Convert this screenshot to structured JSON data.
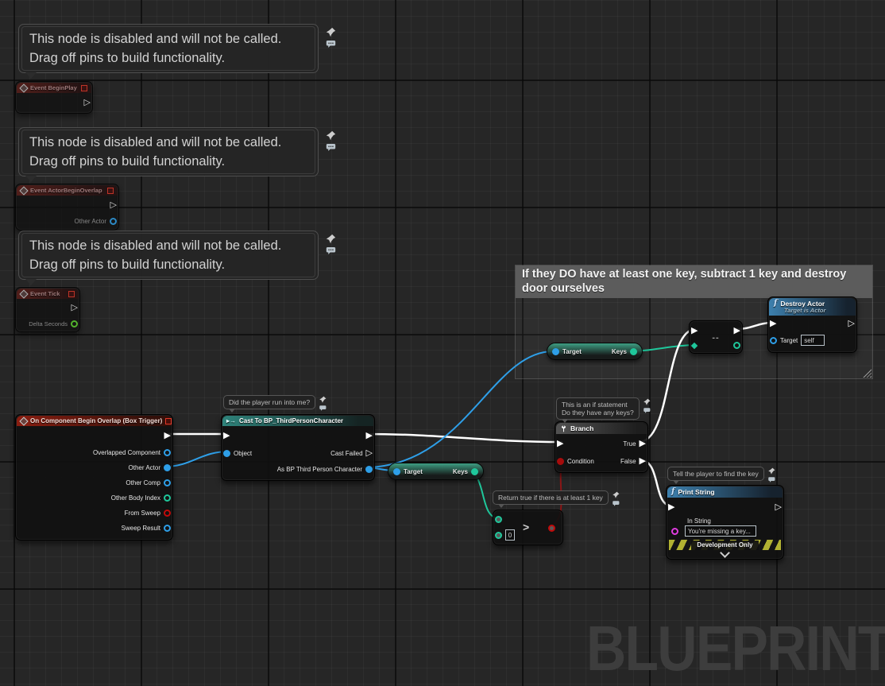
{
  "tooltip": {
    "line1": "This node is disabled and will not be called.",
    "line2": "Drag off pins to build functionality."
  },
  "comments": {
    "main": "If they DO have at least one key, subtract 1 key and destroy door ourselves",
    "cast": "Did the player run into me?",
    "branch_line1": "This is an if statement",
    "branch_line2": "Do they have any keys?",
    "greater": "Return true if there is at least 1 key",
    "print": "Tell the player to find the key"
  },
  "nodes": {
    "event_begin_play": {
      "title": "Event BeginPlay"
    },
    "event_actor_begin_overlap": {
      "title": "Event ActorBeginOverlap",
      "other_actor": "Other Actor"
    },
    "event_tick": {
      "title": "Event Tick",
      "delta_seconds": "Delta Seconds"
    },
    "overlap": {
      "title": "On Component Begin Overlap (Box Trigger)",
      "pins": [
        "Overlapped Component",
        "Other Actor",
        "Other Comp",
        "Other Body Index",
        "From Sweep",
        "Sweep Result"
      ]
    },
    "cast": {
      "title": "Cast To BP_ThirdPersonCharacter",
      "object": "Object",
      "cast_failed": "Cast Failed",
      "as_character": "As BP Third Person Character"
    },
    "branch": {
      "title": "Branch",
      "condition": "Condition",
      "true_label": "True",
      "false_label": "False"
    },
    "get_keys": {
      "target": "Target",
      "keys": "Keys"
    },
    "decrement": {
      "label": "--"
    },
    "greater": {
      "operator": ">",
      "value": "0"
    },
    "destroy": {
      "title": "Destroy Actor",
      "subtitle": "Target is Actor",
      "target": "Target",
      "target_value": "self"
    },
    "print": {
      "title": "Print String",
      "in_string": "In String",
      "value": "You're missing a key...",
      "banner": "Development Only"
    }
  },
  "watermark": "BLUEPRINT",
  "colors": {
    "background": "#262626",
    "exec_wire": "#ffffff",
    "object_pin": "#2e9fe8",
    "int_pin": "#1fc79b",
    "float_pin": "#5cd12f",
    "bool_pin": "#c20a0a",
    "string_pin": "#e03ce0",
    "event_header": "#8a1d10",
    "cast_header": "#2e837b",
    "function_header": "#3d80ae",
    "branch_header": "#525252",
    "comment_header": "#5c5c5c",
    "watermark": "#3d3d3d"
  }
}
